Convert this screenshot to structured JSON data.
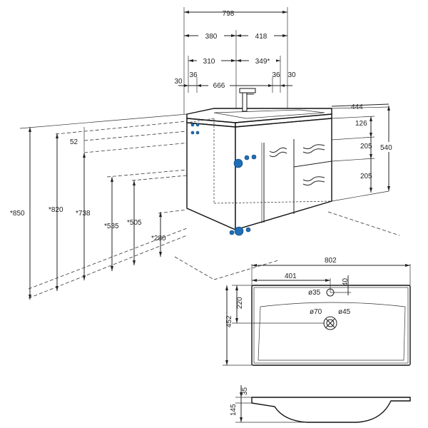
{
  "colors": {
    "line": "#222222",
    "connector_blue": "#1f6fb8",
    "background": "#ffffff"
  },
  "dimensions": {
    "top": {
      "overall_width": "798",
      "left_half": "380",
      "right_half": "418",
      "left_offset": "310",
      "right_offset": "349*",
      "left_small": "36",
      "right_small": "36",
      "left_edge": "30",
      "right_edge": "30",
      "hole_spacing": "666"
    },
    "right_side": {
      "depth": "444",
      "drawer_top": "126",
      "drawer_mid": "205",
      "drawer_bottom": "205",
      "height": "540"
    },
    "left_side": {
      "counter_height": "*850",
      "top_height": "*820",
      "cabinet_top": "*738",
      "offset": "52",
      "pipe_535": "*535",
      "pipe_505": "*505",
      "drain": "*280"
    },
    "basin_plan": {
      "width": "802",
      "tap_offset": "401",
      "tap_edge": "40",
      "tap_hole": "ø35",
      "bowl_offset": "220",
      "depth": "452",
      "drain_hole": "ø70",
      "drain_inner": "ø45"
    },
    "basin_section": {
      "rim": "35",
      "height": "145"
    }
  }
}
